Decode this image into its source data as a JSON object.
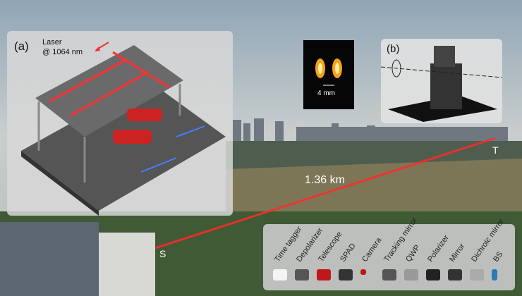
{
  "panel_a": {
    "label": "(a)",
    "laser_line1": "Laser",
    "laser_line2": "@ 1064 nm"
  },
  "panel_b": {
    "label": "(b)"
  },
  "inset": {
    "scale": "4 mm"
  },
  "distance": "1.36 km",
  "sender": "S",
  "target": "T",
  "legend": [
    "Time tagger",
    "Depolarizer",
    "Telescope",
    "SPAD",
    "Camera",
    "Tracking mirror",
    "QWP",
    "Polarizer",
    "Mirror",
    "Dichroic mirror",
    "BS"
  ],
  "colors": {
    "beam": "#ff2a2a",
    "panel": "#d7d7d7"
  }
}
